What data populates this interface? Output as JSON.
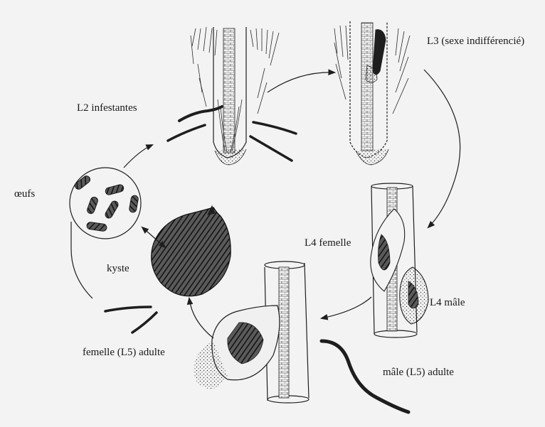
{
  "labels": {
    "l2": "L2 infestantes",
    "l3": "L3 (sexe indifférencié)",
    "oeufs": "œufs",
    "l4_femelle": "L4 femelle",
    "kyste": "kyste",
    "l4_male": "L4 mâle",
    "femelle_adulte": "femelle (L5) adulte",
    "male_adulte": "mâle (L5) adulte"
  }
}
